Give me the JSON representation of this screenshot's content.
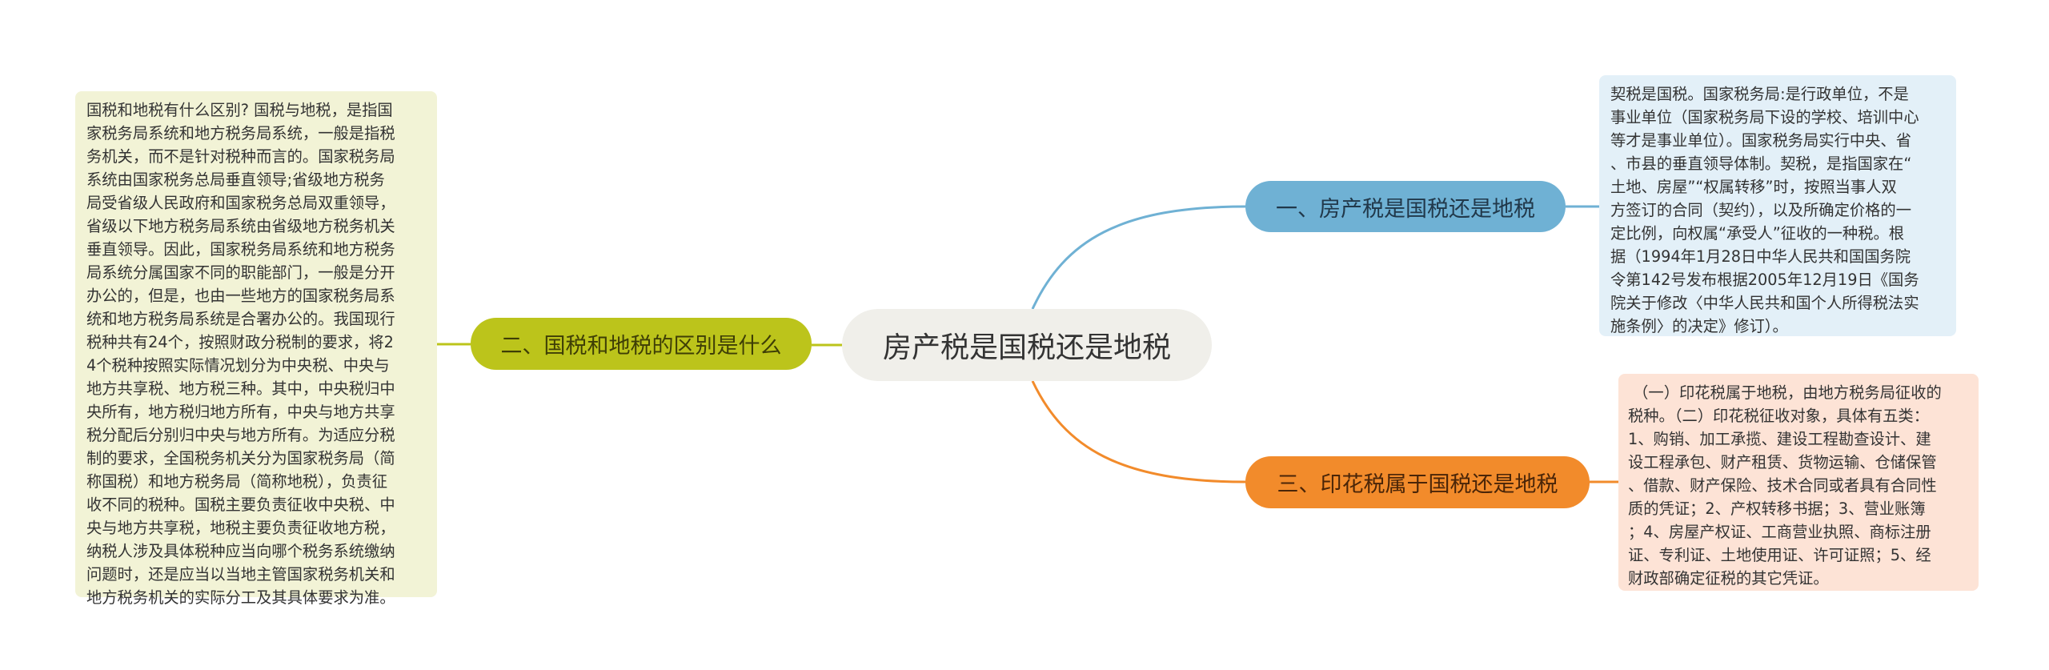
{
  "root": {
    "label": "房产税是国税还是地税"
  },
  "branches": [
    {
      "label": "一、房产税是国税还是地税",
      "color": "#6fb1d4",
      "detail": "契税是国税。国家税务局:是行政单位，不是\n事业单位（国家税务局下设的学校、培训中心\n等才是事业单位）。国家税务局实行中央、省\n、市县的垂直领导体制。契税，是指国家在“\n土地、房屋”“权属转移”时，按照当事人双\n方签订的合同（契约），以及所确定价格的一\n定比例，向权属“承受人”征收的一种税。根\n据（1994年1月28日中华人民共和国国务院\n令第142号发布根据2005年12月19日《国务\n院关于修改〈中华人民共和国个人所得税法实\n施条例〉的决定》修订）。"
    },
    {
      "label": "二、国税和地税的区别是什么",
      "color": "#bcc41b",
      "detail": "国税和地税有什么区别? 国税与地税，是指国\n家税务局系统和地方税务局系统，一般是指税\n务机关，而不是针对税种而言的。国家税务局\n系统由国家税务总局垂直领导;省级地方税务\n局受省级人民政府和国家税务总局双重领导，\n省级以下地方税务局系统由省级地方税务机关\n垂直领导。因此，国家税务局系统和地方税务\n局系统分属国家不同的职能部门，一般是分开\n办公的，但是，也由一些地方的国家税务局系\n统和地方税务局系统是合署办公的。我国现行\n税种共有24个，按照财政分税制的要求，将2\n4个税种按照实际情况划分为中央税、中央与\n地方共享税、地方税三种。其中，中央税归中\n央所有，地方税归地方所有，中央与地方共享\n税分配后分别归中央与地方所有。为适应分税\n制的要求，全国税务机关分为国家税务局（简\n称国税）和地方税务局（简称地税），负责征\n收不同的税种。国税主要负责征收中央税、中\n央与地方共享税，地税主要负责征收地方税，\n纳税人涉及具体税种应当向哪个税务系统缴纳\n问题时，还是应当以当地主管国家税务机关和\n地方税务机关的实际分工及其具体要求为准。"
    },
    {
      "label": "三、印花税属于国税还是地税",
      "color": "#f28b2b",
      "detail": " （一）印花税属于地税，由地方税务局征收的\n税种。（二）印花税征收对象，具体有五类：\n1、购销、加工承揽、建设工程勘查设计、建\n设工程承包、财产租赁、货物运输、仓储保管\n、借款、财产保险、技术合同或者具有合同性\n质的凭证；2、产权转移书据；3、营业账簿\n；4、房屋产权证、工商营业执照、商标注册\n证、专利证、土地使用证、许可证照；5、经\n财政部确定征税的其它凭证。"
    }
  ]
}
